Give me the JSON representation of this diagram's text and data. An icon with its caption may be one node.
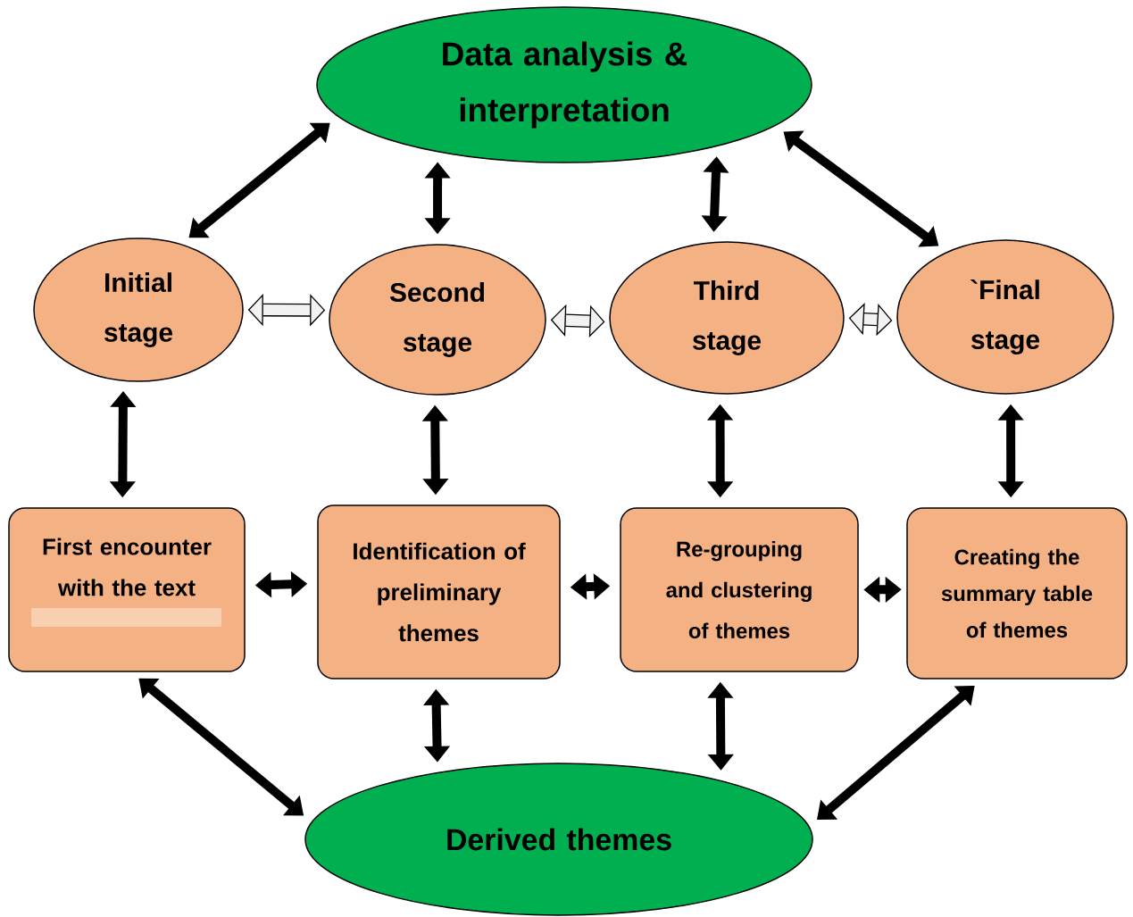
{
  "diagram": {
    "nodes": [
      {
        "text": [
          "Data analysis & interpretation"
        ]
      },
      {
        "text": [
          "Initial stage"
        ]
      },
      {
        "text": [
          "Second stage"
        ]
      },
      {
        "text": [
          "Third stage"
        ]
      },
      {
        "text": [
          "`Final stage"
        ]
      },
      {
        "text": [
          "First encounter with the text"
        ]
      },
      {
        "text": [
          "Identification of preliminary themes"
        ]
      },
      {
        "text": [
          "Re-grouping and clustering of themes"
        ]
      },
      {
        "text": [
          "Creating the summary table of themes"
        ]
      },
      {
        "text": [
          "Derived themes"
        ]
      }
    ],
    "edges": [
      {
        "from": 0,
        "to": 1,
        "arrow": "both"
      },
      {
        "from": 0,
        "to": 2,
        "arrow": "both"
      },
      {
        "from": 0,
        "to": 3,
        "arrow": "both"
      },
      {
        "from": 0,
        "to": 4,
        "arrow": "both"
      },
      {
        "from": 1,
        "to": 2,
        "arrow": "both"
      },
      {
        "from": 2,
        "to": 3,
        "arrow": "both"
      },
      {
        "from": 3,
        "to": 4,
        "arrow": "both"
      },
      {
        "from": 1,
        "to": 5,
        "arrow": "both"
      },
      {
        "from": 2,
        "to": 6,
        "arrow": "both"
      },
      {
        "from": 3,
        "to": 7,
        "arrow": "both"
      },
      {
        "from": 4,
        "to": 8,
        "arrow": "both"
      },
      {
        "from": 5,
        "to": 6,
        "arrow": "both"
      },
      {
        "from": 6,
        "to": 7,
        "arrow": "both"
      },
      {
        "from": 7,
        "to": 8,
        "arrow": "both"
      },
      {
        "from": 5,
        "to": 9,
        "arrow": "both"
      },
      {
        "from": 6,
        "to": 9,
        "arrow": "both"
      },
      {
        "from": 7,
        "to": 9,
        "arrow": "both"
      },
      {
        "from": 8,
        "to": 9,
        "arrow": "both"
      }
    ]
  }
}
